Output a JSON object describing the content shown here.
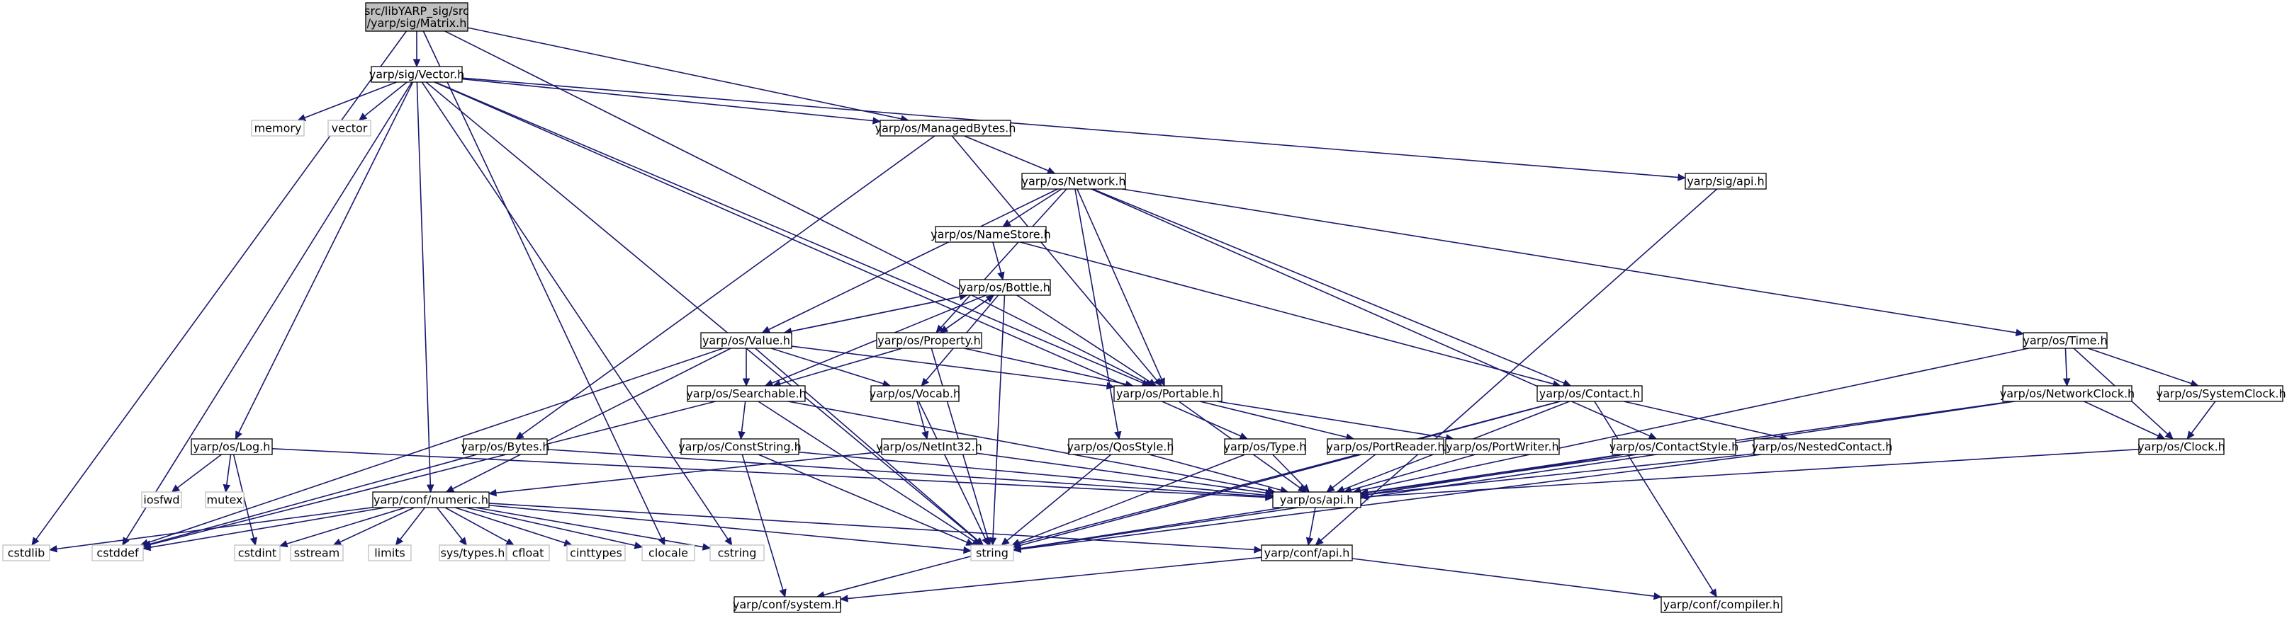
{
  "nodes": [
    {
      "id": "root",
      "label": [
        "src/libYARP_sig/src",
        "/yarp/sig/Matrix.h"
      ],
      "kind": "root"
    },
    {
      "id": "vector_h",
      "label": [
        "yarp/sig/Vector.h"
      ],
      "kind": "normal"
    },
    {
      "id": "cstdlib",
      "label": [
        "cstdlib"
      ],
      "kind": "ext"
    },
    {
      "id": "cstddef",
      "label": [
        "cstddef"
      ],
      "kind": "ext"
    },
    {
      "id": "memory",
      "label": [
        "memory"
      ],
      "kind": "ext"
    },
    {
      "id": "vector",
      "label": [
        "vector"
      ],
      "kind": "ext"
    },
    {
      "id": "managedbytes",
      "label": [
        "yarp/os/ManagedBytes.h"
      ],
      "kind": "normal"
    },
    {
      "id": "sigapi",
      "label": [
        "yarp/sig/api.h"
      ],
      "kind": "normal"
    },
    {
      "id": "network",
      "label": [
        "yarp/os/Network.h"
      ],
      "kind": "normal"
    },
    {
      "id": "namestore",
      "label": [
        "yarp/os/NameStore.h"
      ],
      "kind": "normal"
    },
    {
      "id": "bottle",
      "label": [
        "yarp/os/Bottle.h"
      ],
      "kind": "normal"
    },
    {
      "id": "value",
      "label": [
        "yarp/os/Value.h"
      ],
      "kind": "normal"
    },
    {
      "id": "property",
      "label": [
        "yarp/os/Property.h"
      ],
      "kind": "normal"
    },
    {
      "id": "searchable",
      "label": [
        "yarp/os/Searchable.h"
      ],
      "kind": "normal"
    },
    {
      "id": "vocab",
      "label": [
        "yarp/os/Vocab.h"
      ],
      "kind": "normal"
    },
    {
      "id": "portable",
      "label": [
        "yarp/os/Portable.h"
      ],
      "kind": "normal"
    },
    {
      "id": "time",
      "label": [
        "yarp/os/Time.h"
      ],
      "kind": "normal"
    },
    {
      "id": "contact",
      "label": [
        "yarp/os/Contact.h"
      ],
      "kind": "normal"
    },
    {
      "id": "networkclock",
      "label": [
        "yarp/os/NetworkClock.h"
      ],
      "kind": "normal"
    },
    {
      "id": "systemclock",
      "label": [
        "yarp/os/SystemClock.h"
      ],
      "kind": "normal"
    },
    {
      "id": "log",
      "label": [
        "yarp/os/Log.h"
      ],
      "kind": "normal"
    },
    {
      "id": "bytes",
      "label": [
        "yarp/os/Bytes.h"
      ],
      "kind": "normal"
    },
    {
      "id": "conststring",
      "label": [
        "yarp/os/ConstString.h"
      ],
      "kind": "normal"
    },
    {
      "id": "netint32",
      "label": [
        "yarp/os/NetInt32.h"
      ],
      "kind": "normal"
    },
    {
      "id": "qosstyle",
      "label": [
        "yarp/os/QosStyle.h"
      ],
      "kind": "normal"
    },
    {
      "id": "type",
      "label": [
        "yarp/os/Type.h"
      ],
      "kind": "normal"
    },
    {
      "id": "portreader",
      "label": [
        "yarp/os/PortReader.h"
      ],
      "kind": "normal"
    },
    {
      "id": "portwriter",
      "label": [
        "yarp/os/PortWriter.h"
      ],
      "kind": "normal"
    },
    {
      "id": "contactstyle",
      "label": [
        "yarp/os/ContactStyle.h"
      ],
      "kind": "normal"
    },
    {
      "id": "nestedcontact",
      "label": [
        "yarp/os/NestedContact.h"
      ],
      "kind": "normal"
    },
    {
      "id": "clock",
      "label": [
        "yarp/os/Clock.h"
      ],
      "kind": "normal"
    },
    {
      "id": "iosfwd",
      "label": [
        "iosfwd"
      ],
      "kind": "ext"
    },
    {
      "id": "mutex",
      "label": [
        "mutex"
      ],
      "kind": "ext"
    },
    {
      "id": "osapi",
      "label": [
        "yarp/os/api.h"
      ],
      "kind": "normal"
    },
    {
      "id": "numeric",
      "label": [
        "yarp/conf/numeric.h"
      ],
      "kind": "normal"
    },
    {
      "id": "cstdint",
      "label": [
        "cstdint"
      ],
      "kind": "ext"
    },
    {
      "id": "sstream",
      "label": [
        "sstream"
      ],
      "kind": "ext"
    },
    {
      "id": "limits",
      "label": [
        "limits"
      ],
      "kind": "ext"
    },
    {
      "id": "systypes",
      "label": [
        "sys/types.h"
      ],
      "kind": "ext"
    },
    {
      "id": "cfloat",
      "label": [
        "cfloat"
      ],
      "kind": "ext"
    },
    {
      "id": "cinttypes",
      "label": [
        "cinttypes"
      ],
      "kind": "ext"
    },
    {
      "id": "clocale",
      "label": [
        "clocale"
      ],
      "kind": "ext"
    },
    {
      "id": "cstring",
      "label": [
        "cstring"
      ],
      "kind": "ext"
    },
    {
      "id": "string",
      "label": [
        "string"
      ],
      "kind": "ext"
    },
    {
      "id": "confapi",
      "label": [
        "yarp/conf/api.h"
      ],
      "kind": "normal"
    },
    {
      "id": "confsystem",
      "label": [
        "yarp/conf/system.h"
      ],
      "kind": "normal"
    },
    {
      "id": "confcompiler",
      "label": [
        "yarp/conf/compiler.h"
      ],
      "kind": "normal"
    }
  ],
  "edges": [
    [
      "root",
      "vector_h"
    ],
    [
      "root",
      "cstdlib"
    ],
    [
      "root",
      "managedbytes"
    ],
    [
      "root",
      "portable"
    ],
    [
      "root",
      "clocale"
    ],
    [
      "vector_h",
      "cstddef"
    ],
    [
      "vector_h",
      "memory"
    ],
    [
      "vector_h",
      "vector"
    ],
    [
      "vector_h",
      "managedbytes"
    ],
    [
      "vector_h",
      "portable"
    ],
    [
      "vector_h",
      "sigapi"
    ],
    [
      "vector_h",
      "log"
    ],
    [
      "vector_h",
      "type"
    ],
    [
      "vector_h",
      "numeric"
    ],
    [
      "vector_h",
      "string"
    ],
    [
      "vector_h",
      "cstring"
    ],
    [
      "managedbytes",
      "bytes"
    ],
    [
      "managedbytes",
      "network"
    ],
    [
      "managedbytes",
      "portable"
    ],
    [
      "sigapi",
      "confapi"
    ],
    [
      "network",
      "namestore"
    ],
    [
      "network",
      "value"
    ],
    [
      "network",
      "property"
    ],
    [
      "network",
      "qosstyle"
    ],
    [
      "network",
      "portable"
    ],
    [
      "network",
      "contact"
    ],
    [
      "network",
      "contactstyle"
    ],
    [
      "network",
      "time"
    ],
    [
      "namestore",
      "bottle"
    ],
    [
      "namestore",
      "contact"
    ],
    [
      "bottle",
      "value"
    ],
    [
      "bottle",
      "property"
    ],
    [
      "bottle",
      "searchable"
    ],
    [
      "bottle",
      "vocab"
    ],
    [
      "bottle",
      "portable"
    ],
    [
      "bottle",
      "string"
    ],
    [
      "value",
      "bottle"
    ],
    [
      "value",
      "searchable"
    ],
    [
      "value",
      "vocab"
    ],
    [
      "value",
      "portable"
    ],
    [
      "value",
      "numeric"
    ],
    [
      "value",
      "cstddef"
    ],
    [
      "value",
      "string"
    ],
    [
      "property",
      "bottle"
    ],
    [
      "property",
      "searchable"
    ],
    [
      "property",
      "portable"
    ],
    [
      "property",
      "string"
    ],
    [
      "searchable",
      "conststring"
    ],
    [
      "searchable",
      "osapi"
    ],
    [
      "searchable",
      "string"
    ],
    [
      "searchable",
      "cstddef"
    ],
    [
      "vocab",
      "netint32"
    ],
    [
      "vocab",
      "string"
    ],
    [
      "portable",
      "portreader"
    ],
    [
      "portable",
      "portwriter"
    ],
    [
      "portable",
      "osapi"
    ],
    [
      "time",
      "networkclock"
    ],
    [
      "time",
      "systemclock"
    ],
    [
      "time",
      "clock"
    ],
    [
      "time",
      "osapi"
    ],
    [
      "contact",
      "nestedcontact"
    ],
    [
      "contact",
      "osapi"
    ],
    [
      "contact",
      "string"
    ],
    [
      "contact",
      "confsystem"
    ],
    [
      "contact",
      "confcompiler"
    ],
    [
      "networkclock",
      "clock"
    ],
    [
      "networkclock",
      "osapi"
    ],
    [
      "networkclock",
      "string"
    ],
    [
      "systemclock",
      "clock"
    ],
    [
      "log",
      "iosfwd"
    ],
    [
      "log",
      "mutex"
    ],
    [
      "log",
      "cstdint"
    ],
    [
      "log",
      "osapi"
    ],
    [
      "bytes",
      "cstddef"
    ],
    [
      "bytes",
      "osapi"
    ],
    [
      "conststring",
      "osapi"
    ],
    [
      "conststring",
      "string"
    ],
    [
      "conststring",
      "confsystem"
    ],
    [
      "netint32",
      "numeric"
    ],
    [
      "netint32",
      "osapi"
    ],
    [
      "qosstyle",
      "osapi"
    ],
    [
      "qosstyle",
      "string"
    ],
    [
      "type",
      "osapi"
    ],
    [
      "type",
      "string"
    ],
    [
      "portreader",
      "osapi"
    ],
    [
      "portwriter",
      "osapi"
    ],
    [
      "contactstyle",
      "osapi"
    ],
    [
      "contactstyle",
      "string"
    ],
    [
      "nestedcontact",
      "osapi"
    ],
    [
      "nestedcontact",
      "string"
    ],
    [
      "clock",
      "osapi"
    ],
    [
      "osapi",
      "confapi"
    ],
    [
      "numeric",
      "cstdlib"
    ],
    [
      "numeric",
      "cstddef"
    ],
    [
      "numeric",
      "cstdint"
    ],
    [
      "numeric",
      "sstream"
    ],
    [
      "numeric",
      "limits"
    ],
    [
      "numeric",
      "systypes"
    ],
    [
      "numeric",
      "cfloat"
    ],
    [
      "numeric",
      "cinttypes"
    ],
    [
      "numeric",
      "clocale"
    ],
    [
      "numeric",
      "cstring"
    ],
    [
      "numeric",
      "string"
    ],
    [
      "numeric",
      "confapi"
    ],
    [
      "confapi",
      "confsystem"
    ],
    [
      "confapi",
      "confcompiler"
    ]
  ]
}
